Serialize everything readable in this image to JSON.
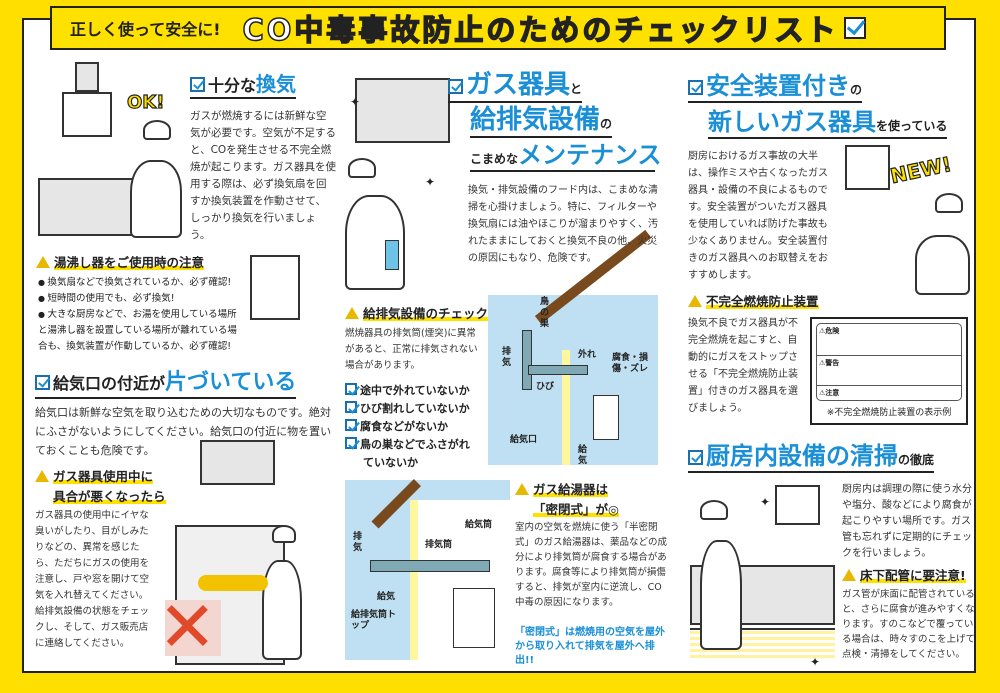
{
  "header": {
    "subtitle": "正しく使って安全に!",
    "title": "CO中毒事故防止のためのチェックリスト"
  },
  "sections": {
    "ventilation": {
      "title_pre": "十分な",
      "title_em": "換気",
      "badge": "OK!",
      "body": "ガスが燃焼するには新鮮な空気が必要です。空気が不足すると、COを発生させる不完全燃焼が起こります。ガス器具を使用する際は、必ず換気扇を回すか換気装置を作動させて、しっかり換気を行いましょう。",
      "warning": {
        "title": "湯沸し器をご使用時の注意",
        "bullets": [
          "換気扇などで換気されているか、必ず確認!",
          "短時間の使用でも、必ず換気!",
          "大きな厨房などで、お湯を使用している場所と湯沸し器を設置している場所が離れている場合も、換気装置が作動しているか、必ず確認!"
        ]
      }
    },
    "intake": {
      "title_pre": "給気口の付近が",
      "title_em": "片づいている",
      "body": "給気口は新鮮な空気を取り込むための大切なものです。絶対にふさがないようにしてください。給気口の付近に物を置いておくことも危険です。",
      "warning": {
        "title_line1": "ガス器具使用中に",
        "title_line2": "具合が悪くなったら",
        "body": "ガス器具の使用中にイヤな臭いがしたり、目がしみたりなどの、異常を感じたら、ただちにガスの使用を注意し、戸や窓を開けて空気を入れ替えてください。給排気設備の状態をチェックし、そして、ガス販売店に連絡してください。"
      }
    },
    "maintenance": {
      "title_l1_em": "ガス器具",
      "title_l1_post": "と",
      "title_l2_em": "給排気設備",
      "title_l2_post": "の",
      "title_l3_pre": "こまめな",
      "title_l3_em": "メンテナンス",
      "body": "換気・排気設備のフード内は、こまめな清掃を心掛けましょう。特に、フィルターや換気扇には油やほこりが溜まりやすく、汚れたままにしておくと換気不良の他、火災の原因にもなり、危険です。",
      "check": {
        "title": "給排気設備のチェック",
        "body": "燃焼器具の排気筒(煙突)に異常があると、正常に排気されない場合があります。",
        "items": [
          "途中で外れていないか",
          "ひび割れしていないか",
          "腐食などがないか",
          "鳥の巣などでふさがれていないか"
        ],
        "diagram_labels": {
          "nest": "鳥の巣",
          "exhaust": "排気",
          "crack": "ひび",
          "detached": "外れ",
          "corrosion": "腐食・損傷・ズレ",
          "intake_port": "給気口",
          "intake": "給気"
        }
      },
      "sealed": {
        "title_line1": "ガス給湯器は",
        "title_line2": "「密閉式」が◎",
        "body": "室内の空気を燃焼に使う「半密閉式」のガス給湯器は、薬品などの成分により排気筒が腐食する場合があります。腐食等により排気筒が損傷すると、排気が室内に逆流し、CO中毒の原因になります。",
        "note": "「密閉式」は燃焼用の空気を屋外から取り入れて排気を屋外へ排出!!",
        "diagram_labels": {
          "exhaust": "排気",
          "intake": "給気",
          "exhaust_pipe": "排気筒",
          "intake_pipe": "給気筒",
          "top": "給排気筒トップ"
        }
      }
    },
    "safety_device": {
      "title_l1_em": "安全装置付き",
      "title_l1_post": "の",
      "title_l2_em": "新しいガス器具",
      "title_l2_post": "を使っている",
      "badge": "NEW!",
      "body": "厨房におけるガス事故の大半は、操作ミスや古くなったガス器具・設備の不良によるものです。安全装置がついたガス器具を使用していれば防げた事故も少なくありません。安全装置付きのガス器具へのお取替えをおすすめします。",
      "warning": {
        "title": "不完全燃焼防止装置",
        "body": "換気不良でガス器具が不完全燃焼を起こすと、自動的にガスをストップさせる「不完全燃焼防止装置」付きのガス器具を選びましょう。",
        "label_rows": [
          "危険",
          "警告",
          "注意"
        ],
        "caption": "※不完全燃焼防止装置の表示例"
      }
    },
    "cleaning": {
      "title_em": "厨房内設備の清掃",
      "title_post": "の徹底",
      "body": "厨房内は調理の際に使う水分や塩分、酸などにより腐食が起こりやすい場所です。ガス管も忘れずに定期的にチェックを行いましょう。",
      "warning": {
        "title": "床下配管に要注意!",
        "body": "ガス管が床面に配管されていると、さらに腐食が進みやすくなります。すのこなどで覆っている場合は、時々すのこを上げて点検・清掃をしてください。"
      }
    }
  },
  "colors": {
    "background": "#ffdf00",
    "accent_blue": "#1a8fd6",
    "warning_yellow": "#e8b800"
  }
}
